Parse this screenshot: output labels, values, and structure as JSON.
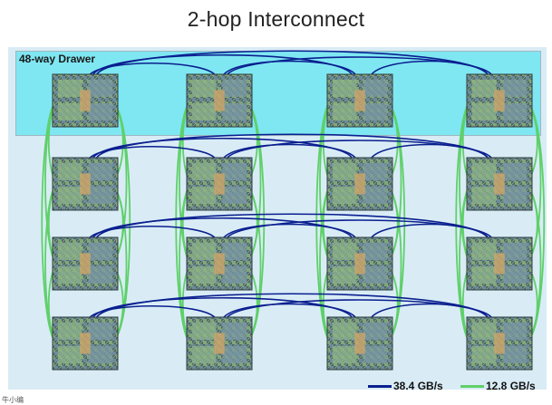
{
  "title": "2-hop Interconnect",
  "drawer_label": "48-way Drawer",
  "legend": [
    {
      "label": "38.4 GB/s",
      "color": "#0a1f8f"
    },
    {
      "label": "12.8 GB/s",
      "color": "#5fd06a"
    }
  ],
  "corner_text": "牛小编",
  "colors": {
    "panel": "#d9ecf6",
    "drawer": "#7fe7f2",
    "blue_link": "#0a1f8f",
    "green_link": "#5fd06a",
    "chip_body": "#5b6f72",
    "chip_pattern": "#8fb58a"
  },
  "grid": {
    "rows": 4,
    "cols": 4
  }
}
